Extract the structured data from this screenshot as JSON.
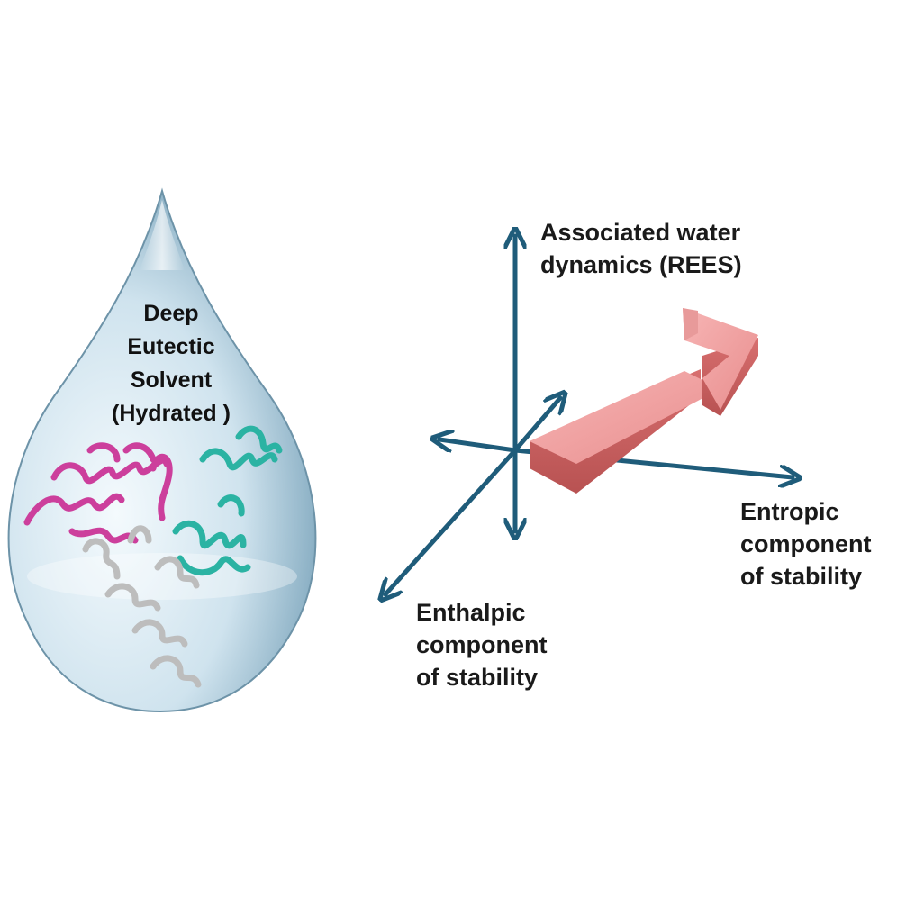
{
  "droplet": {
    "label_lines": [
      "Deep",
      "Eutectic",
      "Solvent",
      "(Hydrated )"
    ]
  },
  "axes": {
    "vertical": [
      "Associated water",
      "dynamics (REES)"
    ],
    "horizontal": [
      "Entropic",
      "component",
      "of stability"
    ],
    "diagonal": [
      "Enthalpic",
      "component",
      "of stability"
    ]
  },
  "colors": {
    "axis": "#1f5c7a",
    "arrow_3d": "#e58a8a",
    "protein_magenta": "#cc3f9c",
    "protein_teal": "#2bb3a3",
    "protein_grey": "#bfbfbf"
  }
}
